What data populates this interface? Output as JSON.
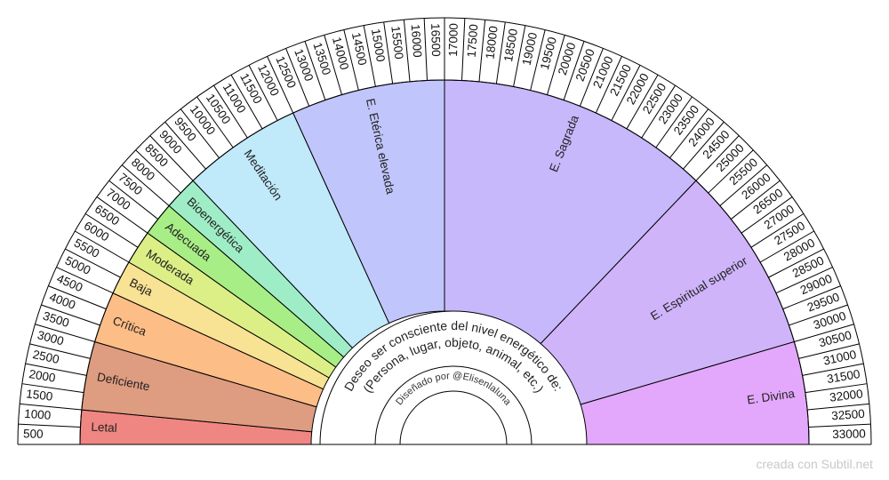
{
  "scale": {
    "labels": [
      "500",
      "1000",
      "1500",
      "2000",
      "2500",
      "3000",
      "3500",
      "4000",
      "4500",
      "5000",
      "5500",
      "6000",
      "6500",
      "7000",
      "7500",
      "8000",
      "8500",
      "9000",
      "9500",
      "10000",
      "10500",
      "11000",
      "11500",
      "12000",
      "12500",
      "13000",
      "13500",
      "14000",
      "14500",
      "15000",
      "15500",
      "16000",
      "16500",
      "17000",
      "17500",
      "18000",
      "18500",
      "19000",
      "19500",
      "20000",
      "20500",
      "21000",
      "21500",
      "22000",
      "22500",
      "23000",
      "23500",
      "24000",
      "24500",
      "25000",
      "25500",
      "26000",
      "26500",
      "27000",
      "27500",
      "28000",
      "28500",
      "29000",
      "29500",
      "30000",
      "30500",
      "31000",
      "31500",
      "32000",
      "32500",
      "33000"
    ]
  },
  "sectors": [
    {
      "label": "Letal",
      "from": 0,
      "to": 2,
      "color": "#f08682"
    },
    {
      "label": "Deficiente",
      "from": 2,
      "to": 6,
      "color": "#de9c80"
    },
    {
      "label": "Crítica",
      "from": 6,
      "to": 9,
      "color": "#fdbd86"
    },
    {
      "label": "Baja",
      "from": 9,
      "to": 11,
      "color": "#f8e293"
    },
    {
      "label": "Moderada",
      "from": 11,
      "to": 13,
      "color": "#dcef86"
    },
    {
      "label": "Adecuada",
      "from": 13,
      "to": 15,
      "color": "#a8ee86"
    },
    {
      "label": "Bioenergética",
      "from": 15,
      "to": 17,
      "color": "#9fedc6"
    },
    {
      "label": "Meditación",
      "from": 17,
      "to": 24,
      "color": "#c0e9fa"
    },
    {
      "label": "E. Etérica elevada",
      "from": 24,
      "to": 33,
      "color": "#c0c5fb"
    },
    {
      "label": "E. Sagrada",
      "from": 33,
      "to": 49,
      "color": "#c7b7fb"
    },
    {
      "label": "E. Espiritual superior",
      "from": 49,
      "to": 60,
      "color": "#cfb4fa"
    },
    {
      "label": "E. Divina",
      "from": 60,
      "to": 66,
      "color": "#e3a8fb"
    }
  ],
  "center": {
    "line1": "Deseo ser consciente del nivel energético de:",
    "line2": "(Persona, lugar, objeto, animal, etc.)",
    "credit": "Diseñado por @Elisenlaluna"
  },
  "watermark": "creada con Subtil.net"
}
